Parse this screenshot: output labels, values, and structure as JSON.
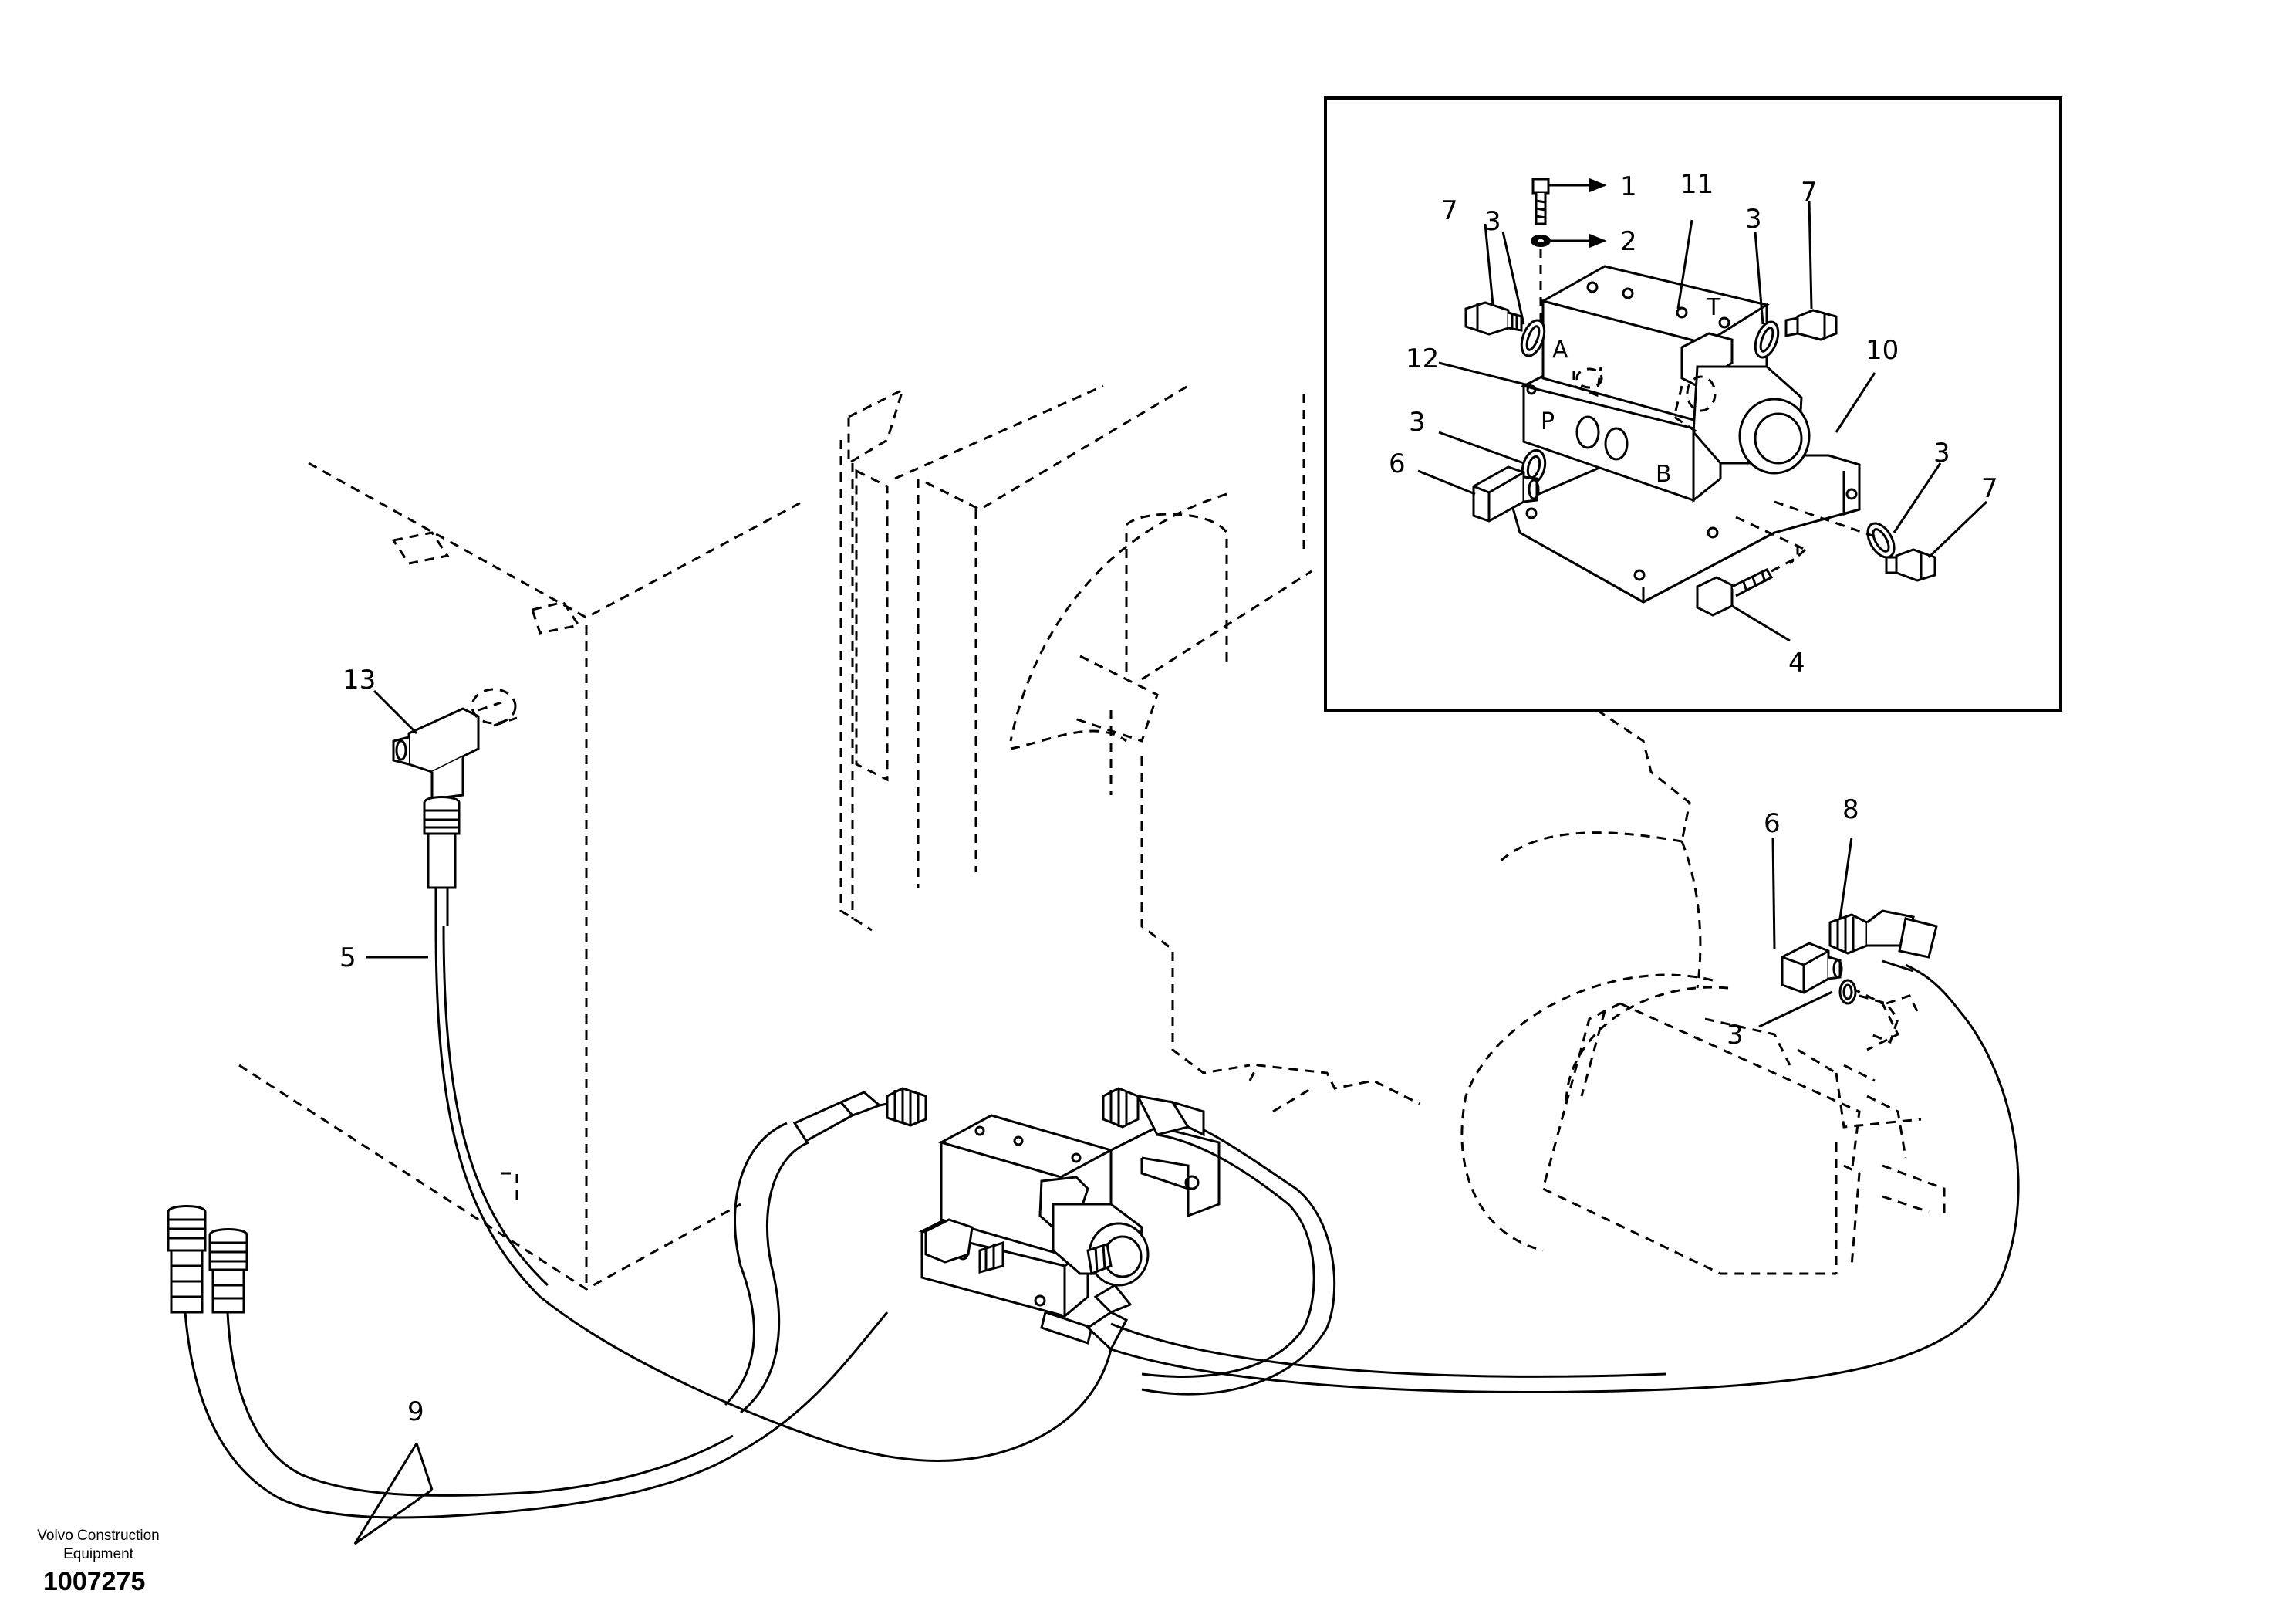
{
  "callouts": {
    "c1": "1",
    "c2": "2",
    "c3a": "3",
    "c3b": "3",
    "c3c": "3",
    "c3d": "3",
    "c3e": "3",
    "c4": "4",
    "c5": "5",
    "c6a": "6",
    "c6b": "6",
    "c7a": "7",
    "c7b": "7",
    "c7c": "7",
    "c8": "8",
    "c9": "9",
    "c10": "10",
    "c11": "11",
    "c12": "12",
    "c13": "13"
  },
  "port_letters": {
    "a": "A",
    "b": "B",
    "p": "P",
    "t": "T"
  },
  "footer": {
    "brand_line1": "Volvo Construction",
    "brand_line2": "Equipment",
    "doc_number": "1007275"
  }
}
